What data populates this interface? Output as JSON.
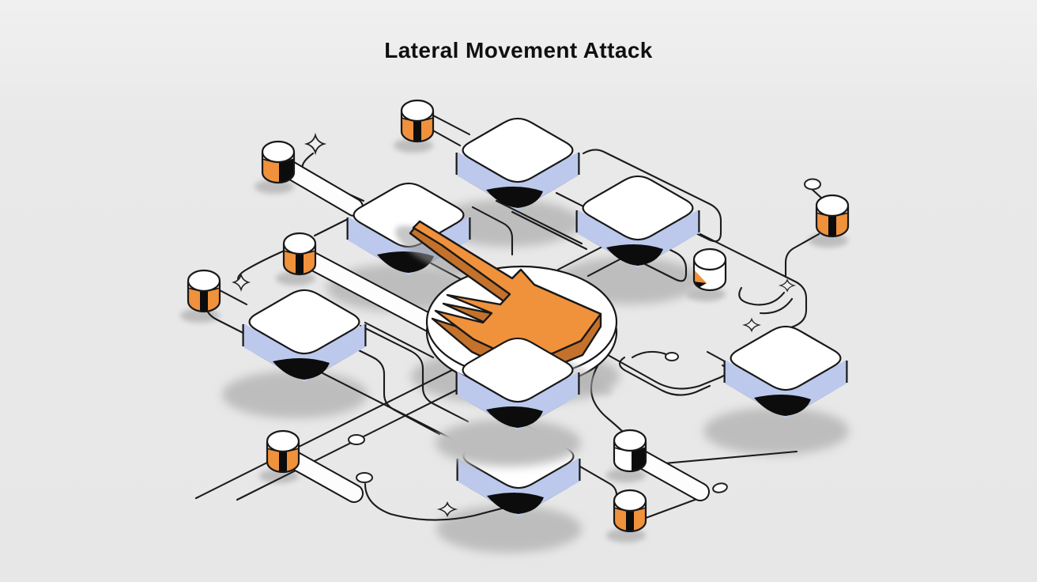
{
  "header": {
    "title": "Lateral Movement Attack"
  },
  "theme": {
    "bg": "#e9e9e9",
    "ink": "#181818",
    "node_top": "#ffffff",
    "node_side": "#bcc9ec",
    "orange": "#f0913c",
    "orange_dark": "#c4722b",
    "band": "#f2f2f2",
    "shadow": "#bdbdbd",
    "spark": "#eef0f0"
  },
  "scene": {
    "description": "Isometric network illustration: an orange lightning arrow strikes a central disc node, with workstation nodes and database cylinders linked by circuit-style traces",
    "target": {
      "id": "central-disc",
      "kind": "compromised-target"
    },
    "attack_arrow": {
      "kind": "lightning-arrow",
      "color": "#f0913c",
      "direction": "upper-left to center"
    },
    "nodes": [
      {
        "id": "node-top-center"
      },
      {
        "id": "node-top-left"
      },
      {
        "id": "node-top-right"
      },
      {
        "id": "node-left"
      },
      {
        "id": "node-center"
      },
      {
        "id": "node-right"
      },
      {
        "id": "node-bottom-center"
      }
    ],
    "cylinders": [
      {
        "id": "db-top",
        "variant": "orange"
      },
      {
        "id": "db-upper-left",
        "variant": "orange-black-right"
      },
      {
        "id": "db-mid-left",
        "variant": "orange"
      },
      {
        "id": "db-far-left",
        "variant": "orange"
      },
      {
        "id": "db-right",
        "variant": "orange"
      },
      {
        "id": "db-mid-right",
        "variant": "white-orange-sliver"
      },
      {
        "id": "db-lower-right-white",
        "variant": "white-black-right"
      },
      {
        "id": "db-lower-right-orange",
        "variant": "orange"
      },
      {
        "id": "db-bottom-left",
        "variant": "orange"
      }
    ],
    "sparkle_count": 5,
    "pin_count": 5
  }
}
